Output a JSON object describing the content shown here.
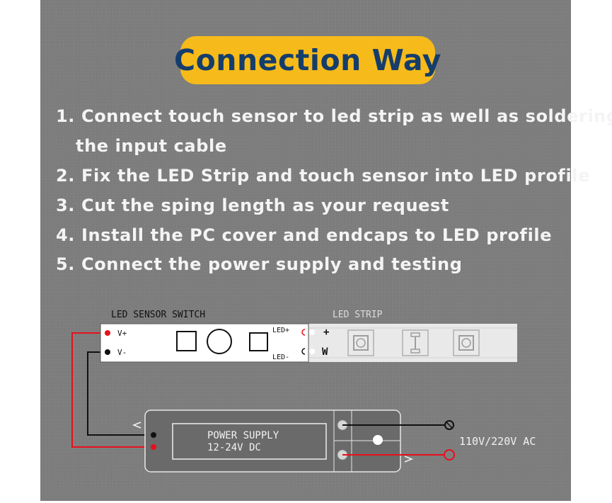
{
  "title": "Connection Way",
  "steps": [
    {
      "num": "1.",
      "text": "Connect touch sensor to led strip as well as soldering",
      "continuation": "the input cable"
    },
    {
      "num": "2.",
      "text": "Fix the LED Strip and touch sensor into LED profile"
    },
    {
      "num": "3.",
      "text": "Cut the sping length as your request"
    },
    {
      "num": "4.",
      "text": "Install the PC cover and endcaps to LED profile"
    },
    {
      "num": "5.",
      "text": "Connect the power supply and testing"
    }
  ],
  "diagram": {
    "sensor_label": "LED SENSOR SWITCH",
    "strip_label": "LED STRIP",
    "v_plus": "V+",
    "v_minus": "V-",
    "led_plus": "LED+",
    "led_minus": "LED-",
    "plus_sign": "+",
    "w_label": "W",
    "psu_line1": "POWER SUPPLY",
    "psu_line2": "12-24V DC",
    "ac_label": "110V/220V AC",
    "colors": {
      "positive_wire": "#e8101b",
      "negative_wire": "#111111",
      "accent": "#f6bb1a",
      "title_text": "#153d6c"
    }
  }
}
